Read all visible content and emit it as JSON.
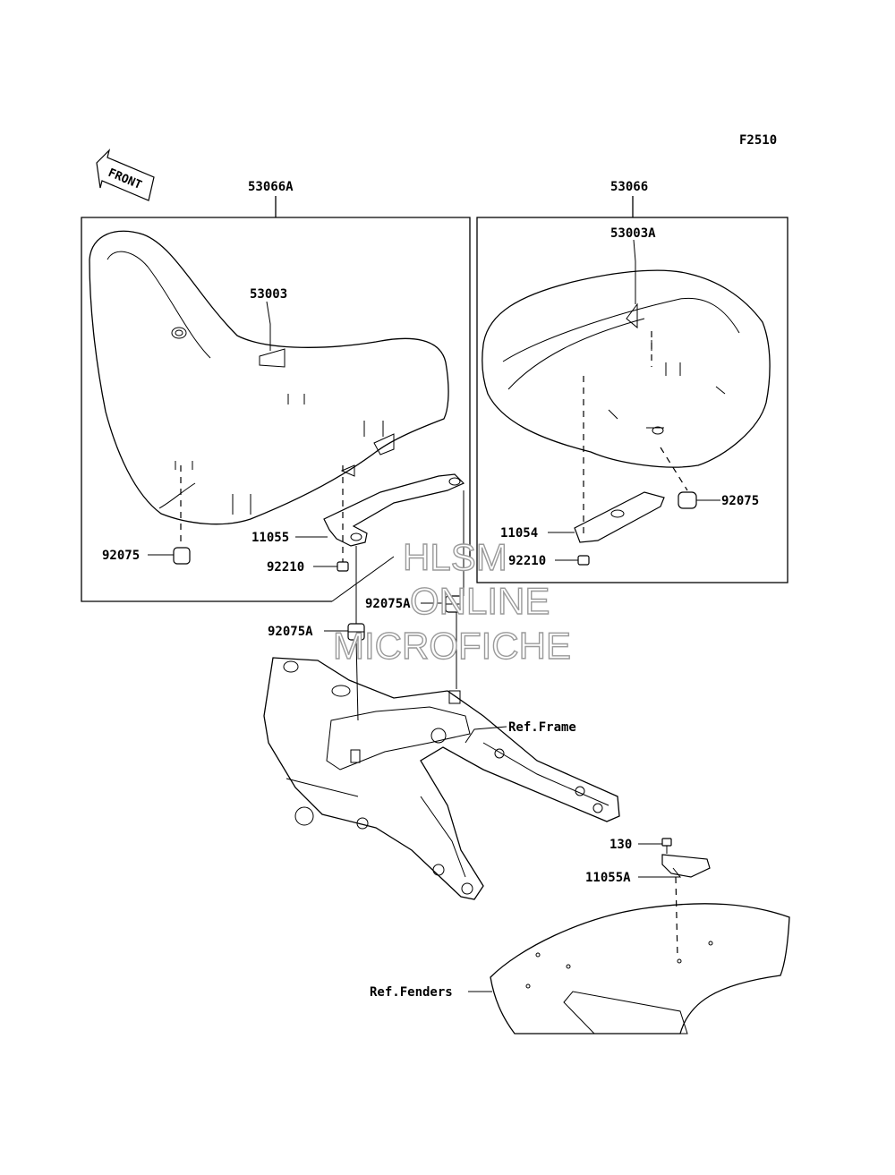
{
  "diagram": {
    "code": "F2510",
    "front_label": "FRONT",
    "labels": {
      "p53066A": "53066A",
      "p53066": "53066",
      "p53003": "53003",
      "p53003A": "53003A",
      "p92075_left": "92075",
      "p92075_right": "92075",
      "p11055": "11055",
      "p92210_left": "92210",
      "p11054": "11054",
      "p92210_right": "92210",
      "p92075A_upper": "92075A",
      "p92075A_lower": "92075A",
      "ref_frame": "Ref.Frame",
      "p130": "130",
      "p11055A": "11055A",
      "ref_fenders": "Ref.Fenders"
    },
    "watermark": {
      "line1": "HLSM",
      "line2": "ONLINE",
      "line3": "MICROFICHE"
    }
  }
}
